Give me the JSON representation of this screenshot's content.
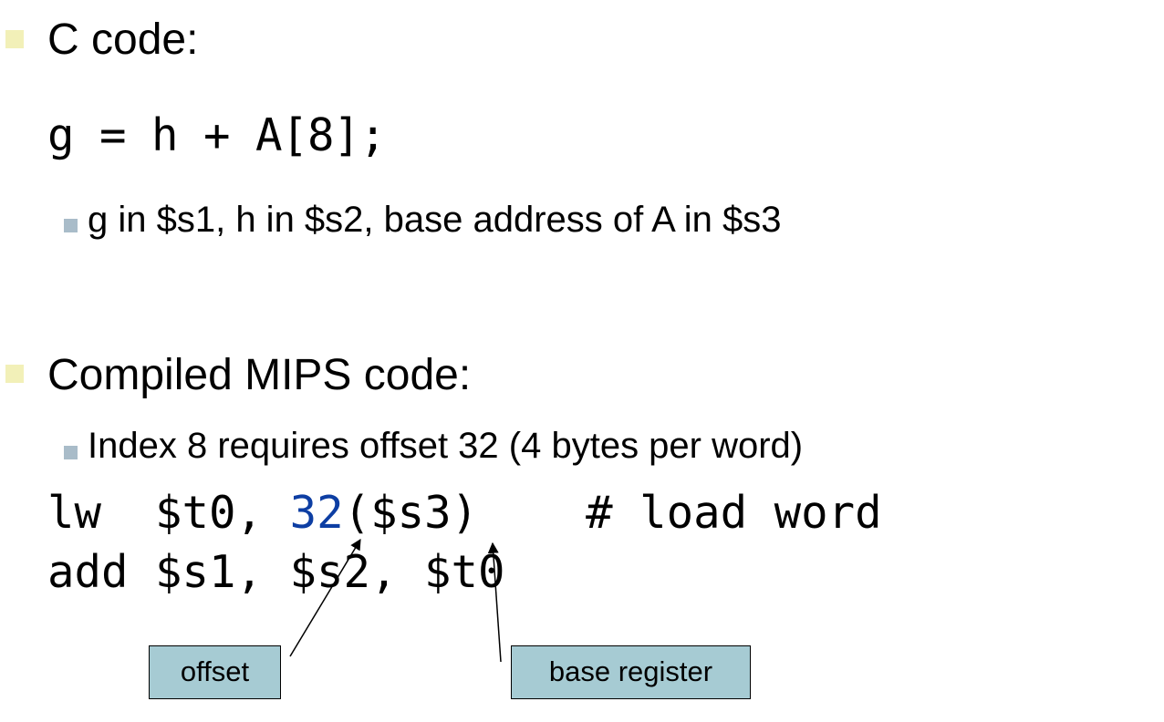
{
  "colors": {
    "bullet_level1": "#f2f0b8",
    "bullet_level2": "#a9bcc9",
    "offset_highlight": "#0d3ea3",
    "callout_fill": "#a6cbd3"
  },
  "section1": {
    "heading": "C code:",
    "code_line": "g = h + A[8];",
    "detail": "g in $s1, h in $s2, base address of A in $s3"
  },
  "section2": {
    "heading": "Compiled MIPS code:",
    "detail": "Index 8 requires offset 32 (4 bytes per word)",
    "line1": {
      "opcode": "lw",
      "dest": "$t0,",
      "offset": "32",
      "base": "($s3)",
      "comment": "# load word"
    },
    "line2": {
      "opcode": "add",
      "args": "$s1, $s2, $t0"
    }
  },
  "callouts": {
    "offset_label": "offset",
    "base_label": "base register"
  }
}
